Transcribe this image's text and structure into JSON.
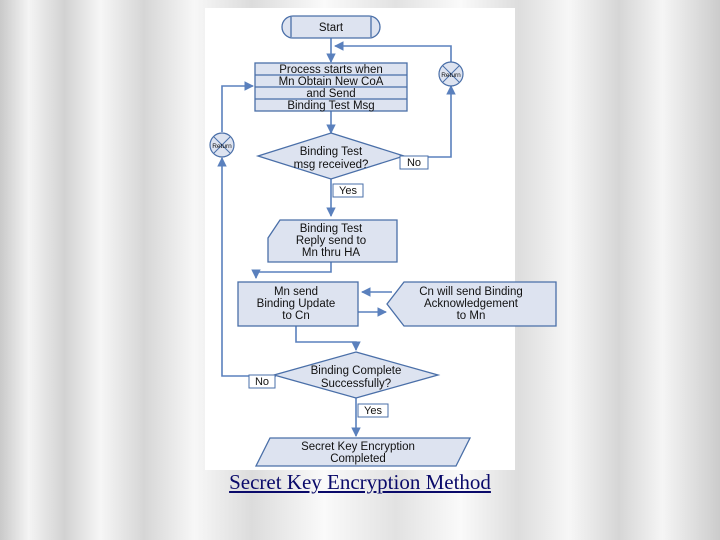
{
  "flowchart": {
    "start": "Start",
    "process_start": [
      "Process starts when",
      "Mn Obtain New CoA",
      "and Send",
      "Binding Test Msg"
    ],
    "decision_received": [
      "Binding Test",
      "msg received?"
    ],
    "no_label_1": "No",
    "yes_label_1": "Yes",
    "reply_via_ha": [
      "Binding Test",
      "Reply send to",
      "Mn thru HA"
    ],
    "mn_send_update": [
      "Mn send",
      "Binding Update",
      "to Cn"
    ],
    "cn_send_ack": [
      "Cn will send Binding",
      "Acknowledgement",
      "to Mn"
    ],
    "decision_complete": [
      "Binding Complete",
      "Successfully?"
    ],
    "no_label_2": "No",
    "yes_label_2": "Yes",
    "end": [
      "Secret Key Encryption",
      "Completed"
    ],
    "return_left": "Return",
    "return_right": "Return"
  },
  "slide": {
    "title": "Secret Key Encryption Method"
  },
  "colors": {
    "shape_fill": "#dde3f0",
    "shape_stroke": "#4a6fa8",
    "connector": "#5a80bd",
    "title": "#0a0a6a"
  }
}
